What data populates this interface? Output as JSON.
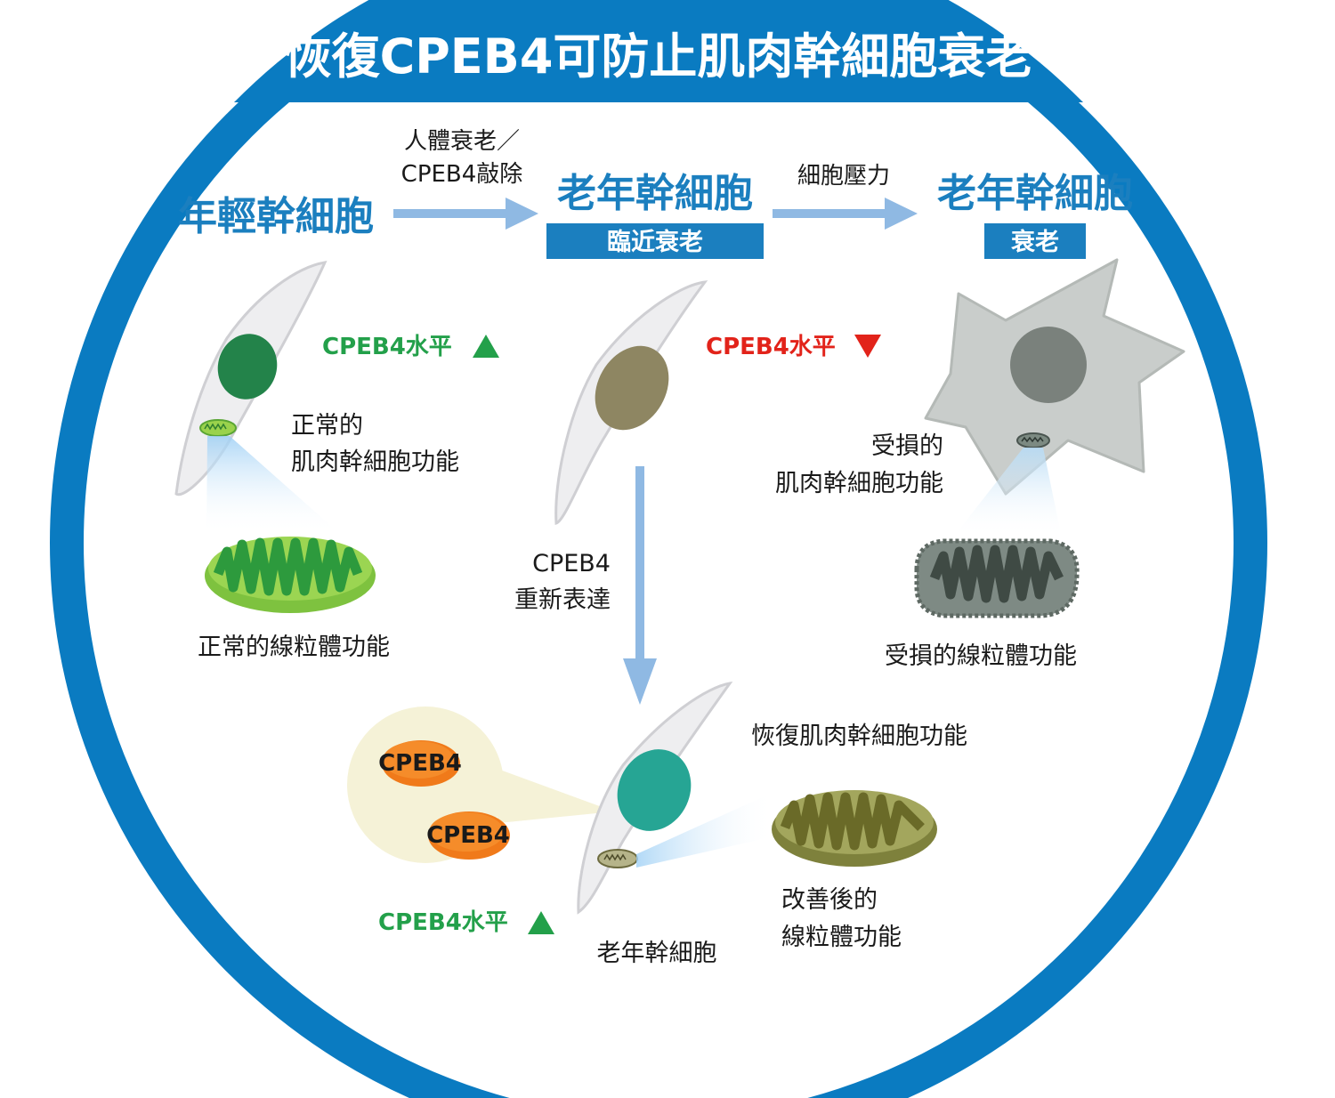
{
  "title": "恢復CPEB4可防止肌肉幹細胞衰老",
  "colors": {
    "ring": "#0a7bc1",
    "stage_title": "#1b7fbf",
    "band": "#1b7fbf",
    "arrow": "#8fb9e3",
    "level_up": "#23a04a",
    "level_down": "#e2231a",
    "protein": "#f07a1a"
  },
  "stages": {
    "young": {
      "title": "年輕幹細胞"
    },
    "aging": {
      "title": "老年幹細胞",
      "band": "臨近衰老"
    },
    "senescent": {
      "title": "老年幹細胞",
      "band": "衰老"
    }
  },
  "arrows": {
    "first_label_line1": "人體衰老／",
    "first_label_line2": "CPEB4敲除",
    "second_label": "細胞壓力",
    "down_label_line1": "CPEB4",
    "down_label_line2": "重新表達"
  },
  "levels": {
    "young": {
      "text": "CPEB4水平",
      "symbol": "▲"
    },
    "aging": {
      "text": "CPEB4水平",
      "symbol": "▼"
    },
    "restored": {
      "text": "CPEB4水平",
      "symbol": "▲"
    }
  },
  "labels": {
    "young_function_line1": "正常的",
    "young_function_line2": "肌肉幹細胞功能",
    "young_mito": "正常的線粒體功能",
    "senescent_function_line1": "受損的",
    "senescent_function_line2": "肌肉幹細胞功能",
    "senescent_mito": "受損的線粒體功能",
    "restored_function": "恢復肌肉幹細胞功能",
    "restored_mito_line1": "改善後的",
    "restored_mito_line2": "線粒體功能",
    "restored_cell": "老年幹細胞"
  },
  "protein_label": "CPEB4",
  "icons": [
    "arrow-right-icon",
    "arrow-down-icon",
    "triangle-up-icon",
    "triangle-down-icon",
    "mitochondrion-icon",
    "cell-icon"
  ]
}
